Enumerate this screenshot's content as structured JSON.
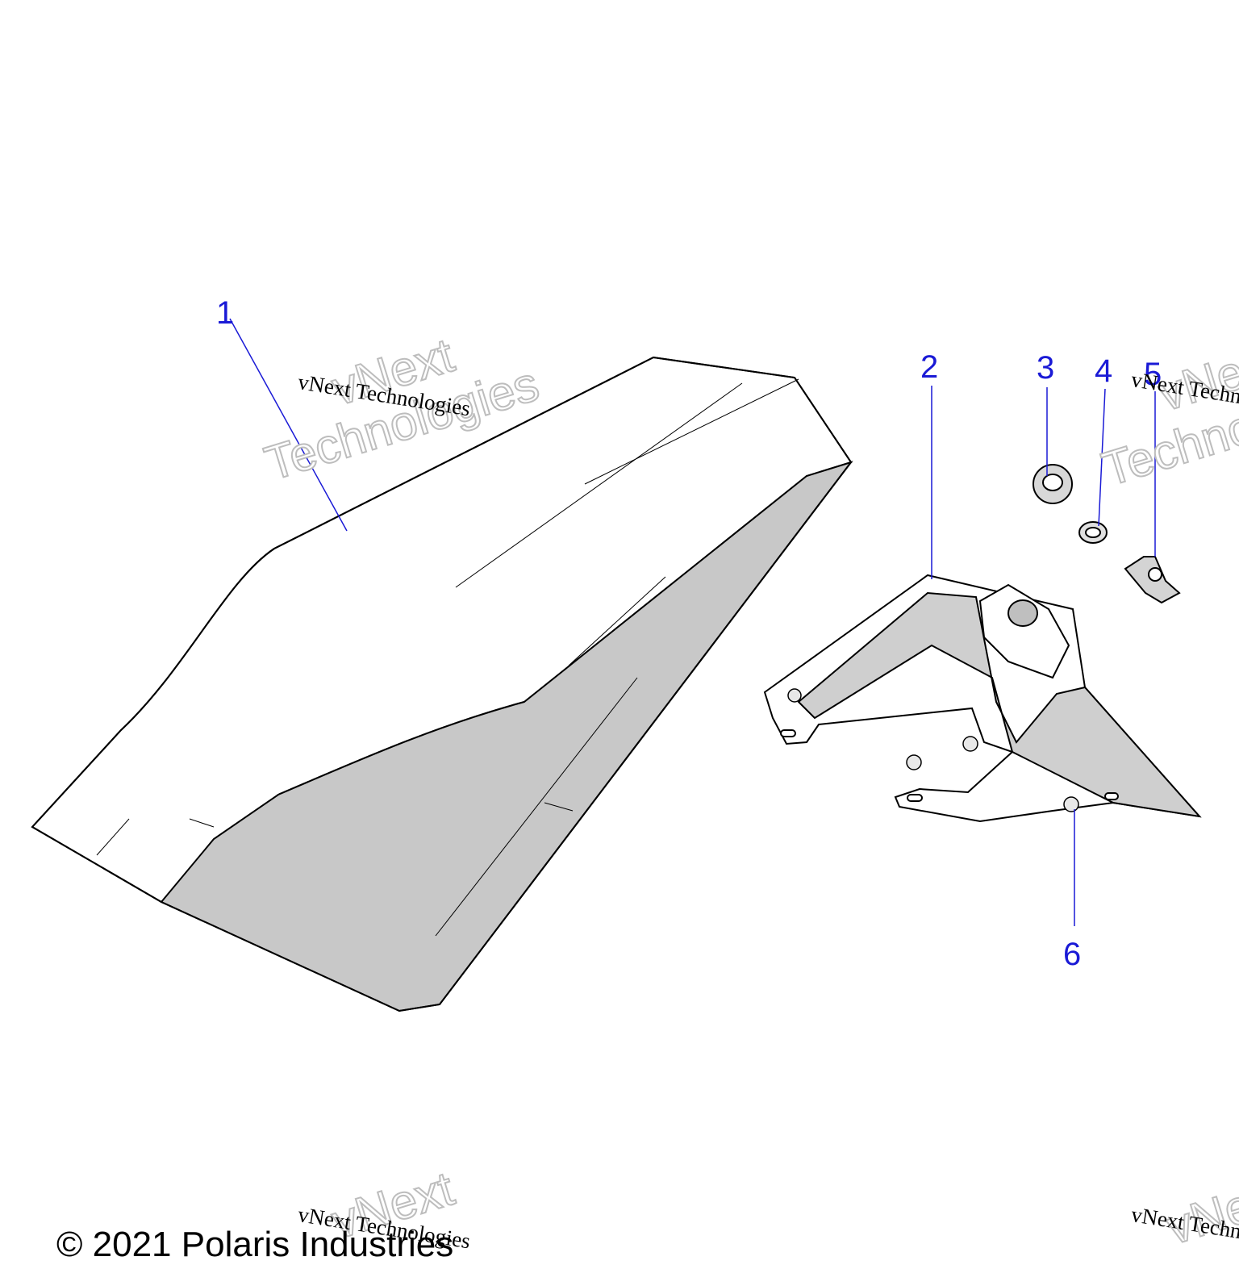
{
  "callouts": {
    "c1": "1",
    "c2": "2",
    "c3": "3",
    "c4": "4",
    "c5": "5",
    "c6": "6"
  },
  "watermark": {
    "line": "vNext Technologies",
    "word1": "vNext",
    "word2": "Technologies"
  },
  "footer": {
    "copyright": "© 2021 Polaris Industries"
  },
  "colors": {
    "callout": "#1a1ad6",
    "shade": "#c8c8c8",
    "outline": "#000000"
  }
}
